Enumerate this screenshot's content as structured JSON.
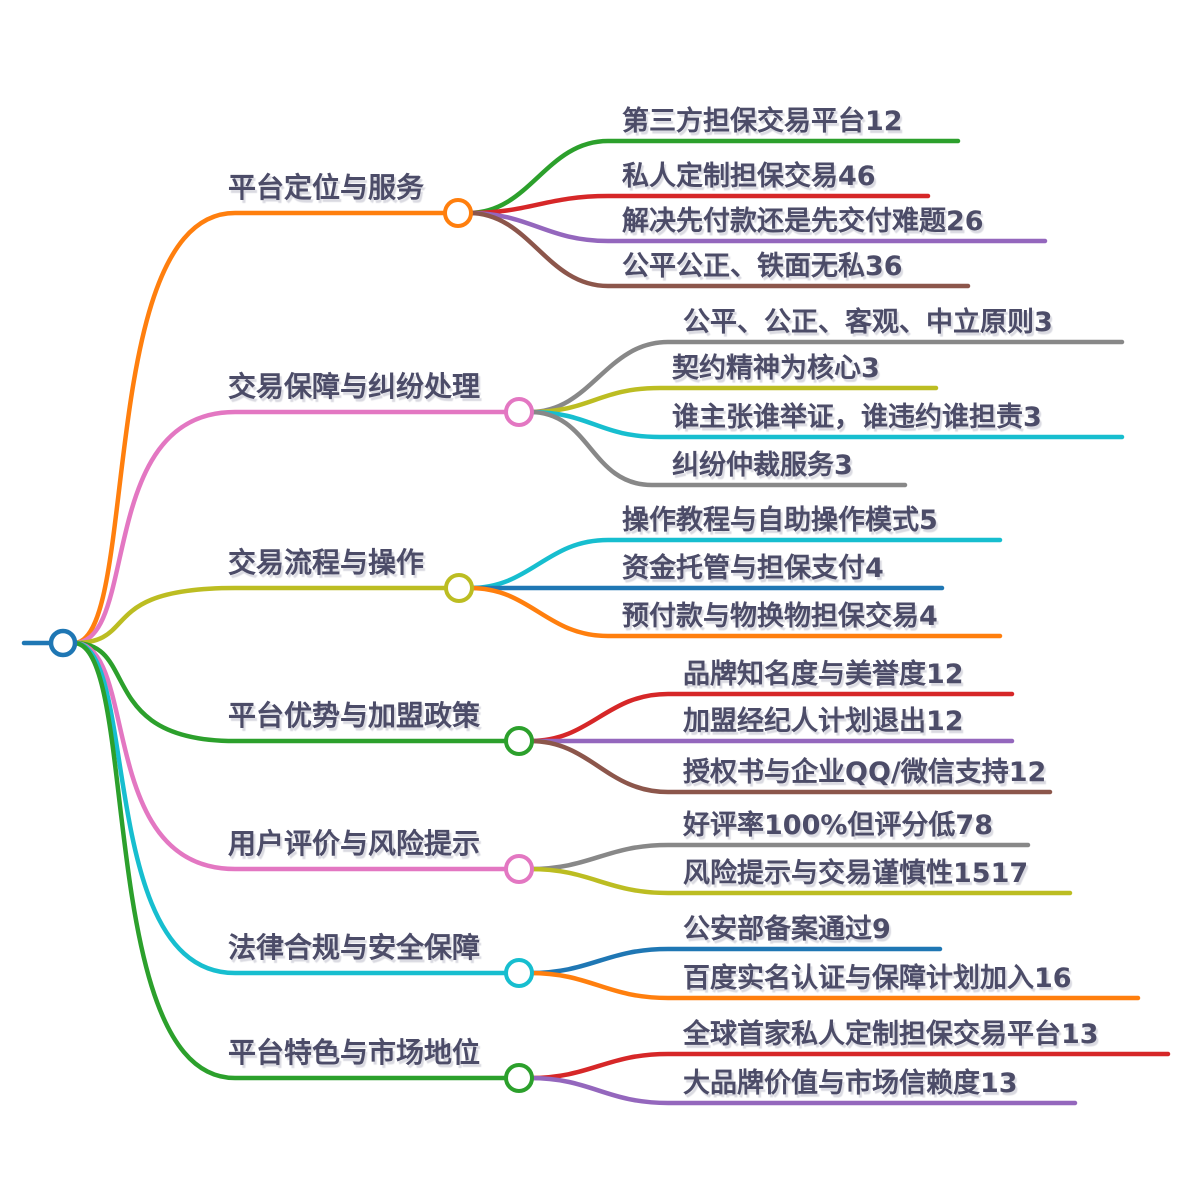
{
  "diagram": {
    "type": "mindmap",
    "background": "#ffffff",
    "text_color": "#4c4c68",
    "root": {
      "color": "#1f77b4"
    },
    "branches": [
      {
        "label": "平台定位与服务",
        "color": "#ff7f0e",
        "children": [
          {
            "label": "第三方担保交易平台12",
            "color": "#2ca02c"
          },
          {
            "label": "私人定制担保交易46",
            "color": "#d62728"
          },
          {
            "label": "解决先付款还是先交付难题26",
            "color": "#9467bd"
          },
          {
            "label": "公平公正、铁面无私36",
            "color": "#8c564b"
          }
        ]
      },
      {
        "label": "交易保障与纠纷处理",
        "color": "#e377c2",
        "children": [
          {
            "label": "公平、公正、客观、中立原则3",
            "color": "#888888"
          },
          {
            "label": "契约精神为核心3",
            "color": "#bcbd22"
          },
          {
            "label": "谁主张谁举证，谁违约谁担责3",
            "color": "#17becf"
          },
          {
            "label": "纠纷仲裁服务3",
            "color": "#888888"
          }
        ]
      },
      {
        "label": "交易流程与操作",
        "color": "#bcbd22",
        "children": [
          {
            "label": "操作教程与自助操作模式5",
            "color": "#17becf"
          },
          {
            "label": "资金托管与担保支付4",
            "color": "#1f77b4"
          },
          {
            "label": "预付款与物换物担保交易4",
            "color": "#ff7f0e"
          }
        ]
      },
      {
        "label": "平台优势与加盟政策",
        "color": "#2ca02c",
        "children": [
          {
            "label": "品牌知名度与美誉度12",
            "color": "#d62728"
          },
          {
            "label": "加盟经纪人计划退出12",
            "color": "#9467bd"
          },
          {
            "label": "授权书与企业QQ/微信支持12",
            "color": "#8c564b"
          }
        ]
      },
      {
        "label": "用户评价与风险提示",
        "color": "#e377c2",
        "children": [
          {
            "label": "好评率100%但评分低78",
            "color": "#888888"
          },
          {
            "label": "风险提示与交易谨慎性1517",
            "color": "#bcbd22"
          }
        ]
      },
      {
        "label": "法律合规与安全保障",
        "color": "#17becf",
        "children": [
          {
            "label": "公安部备案通过9",
            "color": "#1f77b4"
          },
          {
            "label": "百度实名认证与保障计划加入16",
            "color": "#ff7f0e"
          }
        ]
      },
      {
        "label": "平台特色与市场地位",
        "color": "#2ca02c",
        "children": [
          {
            "label": "全球首家私人定制担保交易平台13",
            "color": "#d62728"
          },
          {
            "label": "大品牌价值与市场信赖度13",
            "color": "#9467bd"
          }
        ]
      }
    ]
  }
}
